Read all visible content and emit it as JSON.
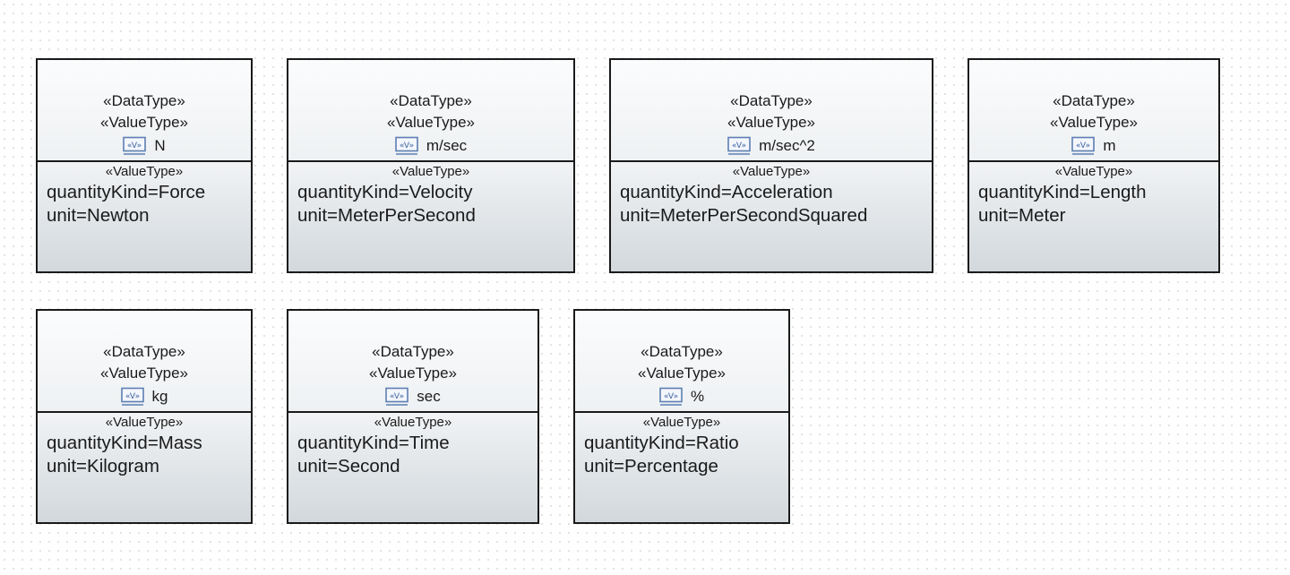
{
  "blocks": [
    {
      "stereotypes": [
        "«DataType»",
        "«ValueType»"
      ],
      "name": "N",
      "icon": "value-type-icon",
      "section_stereotype": "«ValueType»",
      "properties": [
        "quantityKind=Force",
        "unit=Newton"
      ]
    },
    {
      "stereotypes": [
        "«DataType»",
        "«ValueType»"
      ],
      "name": "m/sec",
      "icon": "value-type-icon",
      "section_stereotype": "«ValueType»",
      "properties": [
        "quantityKind=Velocity",
        "unit=MeterPerSecond"
      ]
    },
    {
      "stereotypes": [
        "«DataType»",
        "«ValueType»"
      ],
      "name": "m/sec^2",
      "icon": "value-type-icon",
      "section_stereotype": "«ValueType»",
      "properties": [
        "quantityKind=Acceleration",
        "unit=MeterPerSecondSquared"
      ]
    },
    {
      "stereotypes": [
        "«DataType»",
        "«ValueType»"
      ],
      "name": "m",
      "icon": "value-type-icon",
      "section_stereotype": "«ValueType»",
      "properties": [
        "quantityKind=Length",
        "unit=Meter"
      ]
    },
    {
      "stereotypes": [
        "«DataType»",
        "«ValueType»"
      ],
      "name": "kg",
      "icon": "value-type-icon",
      "section_stereotype": "«ValueType»",
      "properties": [
        "quantityKind=Mass",
        "unit=Kilogram"
      ]
    },
    {
      "stereotypes": [
        "«DataType»",
        "«ValueType»"
      ],
      "name": "sec",
      "icon": "value-type-icon",
      "section_stereotype": "«ValueType»",
      "properties": [
        "quantityKind=Time",
        "unit=Second"
      ]
    },
    {
      "stereotypes": [
        "«DataType»",
        "«ValueType»"
      ],
      "name": "%",
      "icon": "value-type-icon",
      "section_stereotype": "«ValueType»",
      "properties": [
        "quantityKind=Ratio",
        "unit=Percentage"
      ]
    }
  ]
}
